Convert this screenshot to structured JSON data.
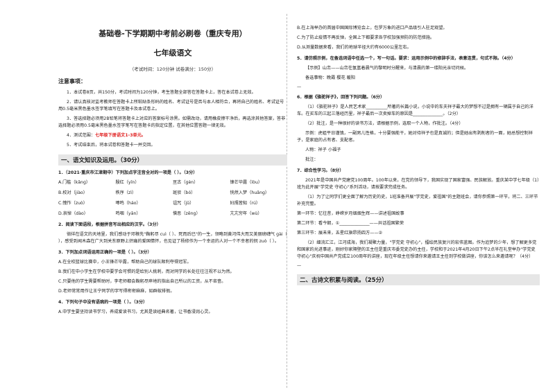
{
  "header": {
    "title": "基础卷-下学期期中考前必刷卷（重庆专用）",
    "subtitle": "七年级语文",
    "exam_info": "（考试时间：120分钟   试卷满分：150分）"
  },
  "notice": {
    "heading": "注意事项：",
    "items": [
      "1．本试卷8页，共150分，考试时间为120分钟，考生答题全部答在答题卡上，答在本试卷上无效。",
      "2．请认真核对监考教师在答题卡上所粘贴条形码的姓名、考试证号是否与本人相符合，再将自己的姓名、考试证号用0.5毫米黑色墨水签字笔填写在答题卡及本试卷上。",
      "3．答选择题必须用2B铅笔将答题卡上对应的答案标号涂黑。如需改动，请用橡皮擦干净后，再选涂其他答案，答非选择题必须用0.5毫米黑色墨水签字笔写在答题卡的指定位置，在其他位置答题一律无效。",
      "5．考试结束后，将本试卷和答题卡一并交回。"
    ],
    "scope_prefix": "4．测试范围：",
    "scope_red": "七年级下册语文1-3单元。"
  },
  "section1": "一、语文知识及运用。（30分）",
  "q1": {
    "stem": "1．（2021·重庆市江津期中）下列加点字注音全对的一项是（    ）。（3分）",
    "rows": [
      [
        "A.门槛（kǎnɡ）",
        "殷红（yīn）",
        "亘古（ɡèn）",
        "锋芒毕露（lòu）"
      ],
      [
        "B.校对（jiào）",
        "秩序（zì）",
        "斑驳（bó）",
        "恍然入梦（huǎng）"
      ],
      [
        "C.愧怍（zuò）",
        "嗥鸣（háo）",
        "诅咒（jǔ）",
        "妇孺皆知（rú）"
      ],
      [
        "D.哀悼（dào）",
        "鸣咽（yān）",
        "憎恶（zēng）",
        "亢亢穷年（wù）"
      ]
    ]
  },
  "q2": {
    "stem": "2．阅读下面语段，根据拼音写出相应的汉字。（3分）",
    "text": "徜徉在语文的天地里，我们感动于邓稼先\"鞠躬尽 cuì（    ）、死而后已\"的一生，领略到黄河伟大而又美丽磅礴气 ɡài（    ），感受到闻木森在广大到关东原野上炽痛的爱国情怀，也见证了杨修作为一个幸运的人对一个不幸者的悯 zuò（    ）。"
  },
  "q3": {
    "stem": "3．下列加点词语运用正确的一项是（    ）。（3分）",
    "options": [
      "A.在全校篮球比赛中，小王锋芒毕露，帮助自己的球队顺利夺得冠军。",
      "B.我们在中小学生在学校中要学会可惯的是给别人挑刺，而对同学的长处往往注视不以为然。",
      "C.只要他的学生需要帮助时，李老师都会鞠躬尽瘁地的指出自己所以的工资，从不吝啬。",
      "D.老师常常用作让王宁同学的字写得密密麻麻，如群蚁排衙。"
    ]
  },
  "q4": {
    "stem": "4．下列句子中没有语病的一项是（    ）。（3分）",
    "optA": "A.中学生要坚持读书学习，养成爱读书习，尤其是读经典名著，让书香浸润心灵。",
    "optB": "B.在上海举办的首届中国国际博览会上，包罗万象的进口产品级引人驻足观望。",
    "optC": "C.为了防止疫情不再反弹，全国上下都要求各学校加强预防的防范措施。",
    "optD": "D.从测量数据来看，我们的地球半径大约有6000公里左右。"
  },
  "q5": {
    "stem": "5．请仿照示例，在备选词语中任选一个，写一句话。要求：运用示例中的修辞手法，表意连贯，句式不限。（4分）",
    "example": "【示例】山峦——山峦在氤氲着晨气的黎明时分醒来，与清晨的第一缕阳光亲切问候。",
    "choices": "备选事物：晚霞      樱花      暖阳"
  },
  "q6": {
    "stem": "6．根据《骆驼祥子》，回答下列问题。（6分）",
    "p1": "（1）《骆驼祥子》是人民艺术家__________所著的长篇小说，小说中的车夫祥子最大的梦想不过是拥有一辆属于自己的洋车。在买车的三起三落经历里，祥子最后一次卖掉车的原因是______________。（2分）",
    "p2": "（2）批注，是一种很好的读书方法，请根据示例，选取一个人物，作批注。（4分）",
    "p3": "示例：虎姐平日谨慎，一副男儿性格，十分要强能干，她对待祥子也是真诚的；但是她出有剥削者的一面，她总想控制祥子，是家庭的占有者、支配者。",
    "people": "人物：祥子   小福子",
    "note": "批注："
  },
  "q7": {
    "stem": "7．综合性学习。（8分）",
    "intro": "2021年是中国共产党建党100周年。100年以来，在党的领导下，我国实现了国家富强、民族解放。重庆某中学七年级（1）班为此开展\"学党史 守初心\"系列活动，请按要求完成任务。",
    "task1": "（1）为了让同学们更全面了解为历史的史，1班准备开展\"学党史，爱祖国\"的主题班会，请你参照第一环节，将二、三环节补充完整。",
    "s1": "第一环节：忆往昔，峥嵘岁月烟烟生辉——讲述祖国故事",
    "s2": "第二环节：看今朝，①______________——共话祖国繁荣",
    "s3": "第三环节：展未来，五星红旗昂扬四方——②",
    "task2": "（2）细流汇江，江河成海，我们凝聚力量，\"学党史 守初心\"，擂绘民族复兴的宏伟蓝图。作为追梦的少年，想了解更多党和国家的光进事迹，刚好你家隔壁的王主任是重庆市委党史办的主任，学校和于2021年4月20日下午2点半在礼堂举办\"学党史 守初心\"庆祝中国共产党成立100周年的讲座，现在年级主任想请你来邀请王主任到学校做讲座，你该怎么来邀请呢？（4分）"
  },
  "section2": "二、古诗文积累与阅读。（25分）"
}
